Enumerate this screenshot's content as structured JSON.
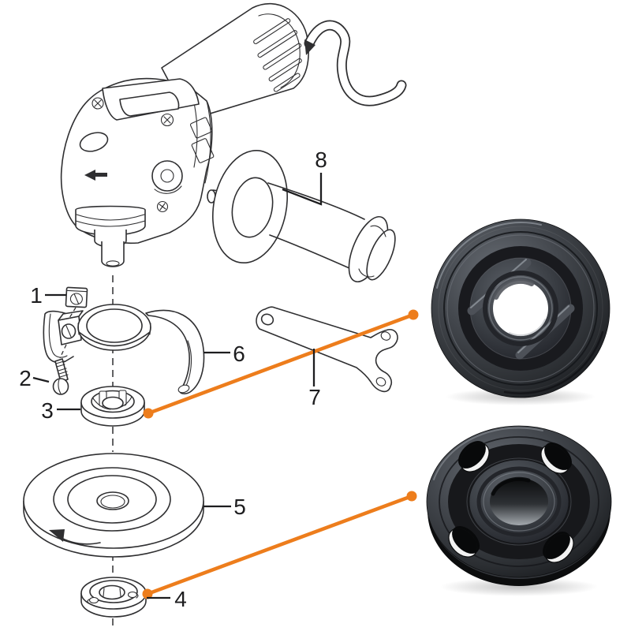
{
  "page": {
    "background": "#ffffff"
  },
  "colors": {
    "page-bg": "#ffffff",
    "line": "#2f2f31",
    "label": "#1d1d1f",
    "accent": "#ED7D1C",
    "metal-dark": "#1a1c1f",
    "metal-mid": "#43474d",
    "metal-light": "#878d94"
  },
  "diagram": {
    "type": "exploded-parts-diagram",
    "part_labels": [
      {
        "text": "1"
      },
      {
        "text": "2"
      },
      {
        "text": "3"
      },
      {
        "text": "4"
      },
      {
        "text": "5"
      },
      {
        "text": "6"
      },
      {
        "text": "7"
      },
      {
        "text": "8"
      }
    ],
    "callouts": [
      {
        "from_part": "3",
        "to": "upper-flange-photo"
      },
      {
        "from_part": "4",
        "to": "lower-flange-photo"
      }
    ]
  }
}
